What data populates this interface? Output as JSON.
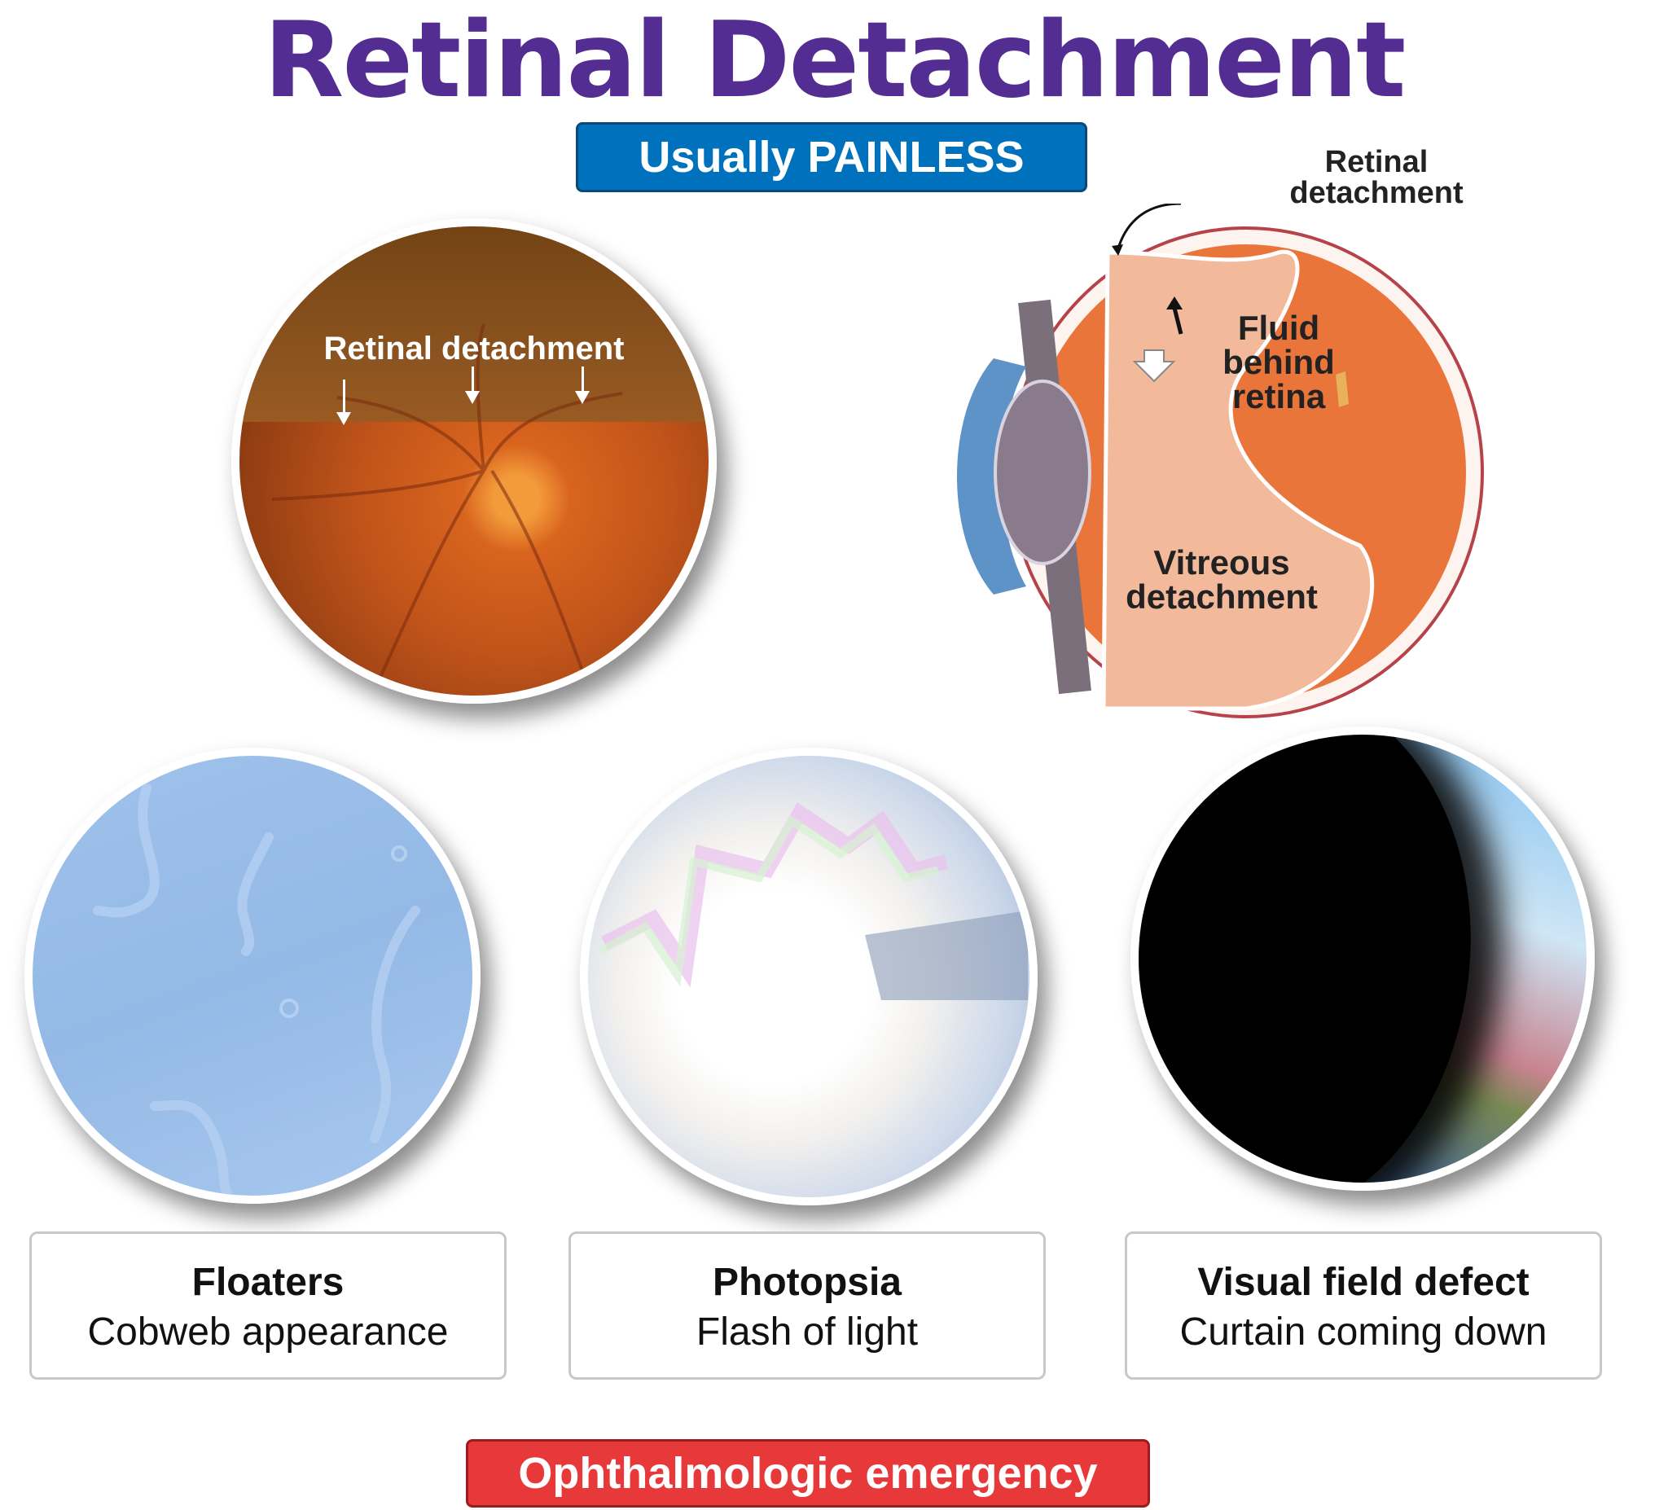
{
  "title": "Retinal Detachment",
  "badges": {
    "top": "Usually PAINLESS",
    "bottom": "Ophthalmologic emergency"
  },
  "fundus_photo": {
    "label": "Retinal detachment",
    "arrow_count": 3
  },
  "eye_diagram": {
    "labels": {
      "retinal_detachment_line1": "Retinal",
      "retinal_detachment_line2": "detachment",
      "fluid_line1": "Fluid",
      "fluid_line2": "behind",
      "fluid_line3": "retina",
      "vitreous_line1": "Vitreous",
      "vitreous_line2": "detachment"
    }
  },
  "symptoms": [
    {
      "name": "Floaters",
      "description": "Cobweb appearance"
    },
    {
      "name": "Photopsia",
      "description": "Flash of light"
    },
    {
      "name": "Visual field defect",
      "description": "Curtain coming down"
    }
  ],
  "colors": {
    "title": "#532d91",
    "badge_blue": "#0071bc",
    "badge_red": "#e8393a"
  }
}
